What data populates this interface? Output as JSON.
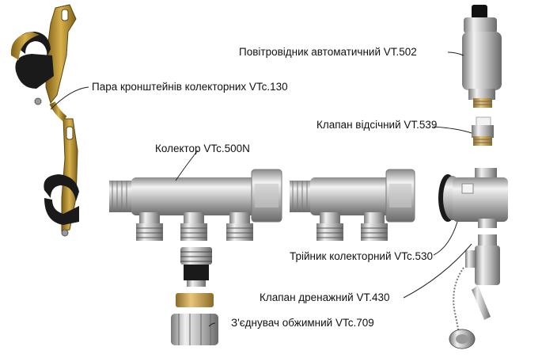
{
  "labels": {
    "brackets": "Пара кронштейнів колекторних  VTc.130",
    "collector": "Колектор VTc.500N",
    "air_vent": "Повітровідник автоматичний  VT.502",
    "shutoff_valve": "Клапан відсічний  VT.539",
    "tee": "Трійник колекторний   VTc.530",
    "drain_valve": "Клапан дренажний VT.430",
    "compression_fitting": "З'єднувач обжимний VTc.709"
  },
  "colors": {
    "metal_light": "#e6e6e6",
    "metal_mid": "#b8b8b8",
    "metal_dark": "#6e6e6e",
    "brass": "#c89a3c",
    "bracket_gold": "#b08a2a",
    "rubber": "#1a1a1a",
    "leader_line": "#222222"
  }
}
